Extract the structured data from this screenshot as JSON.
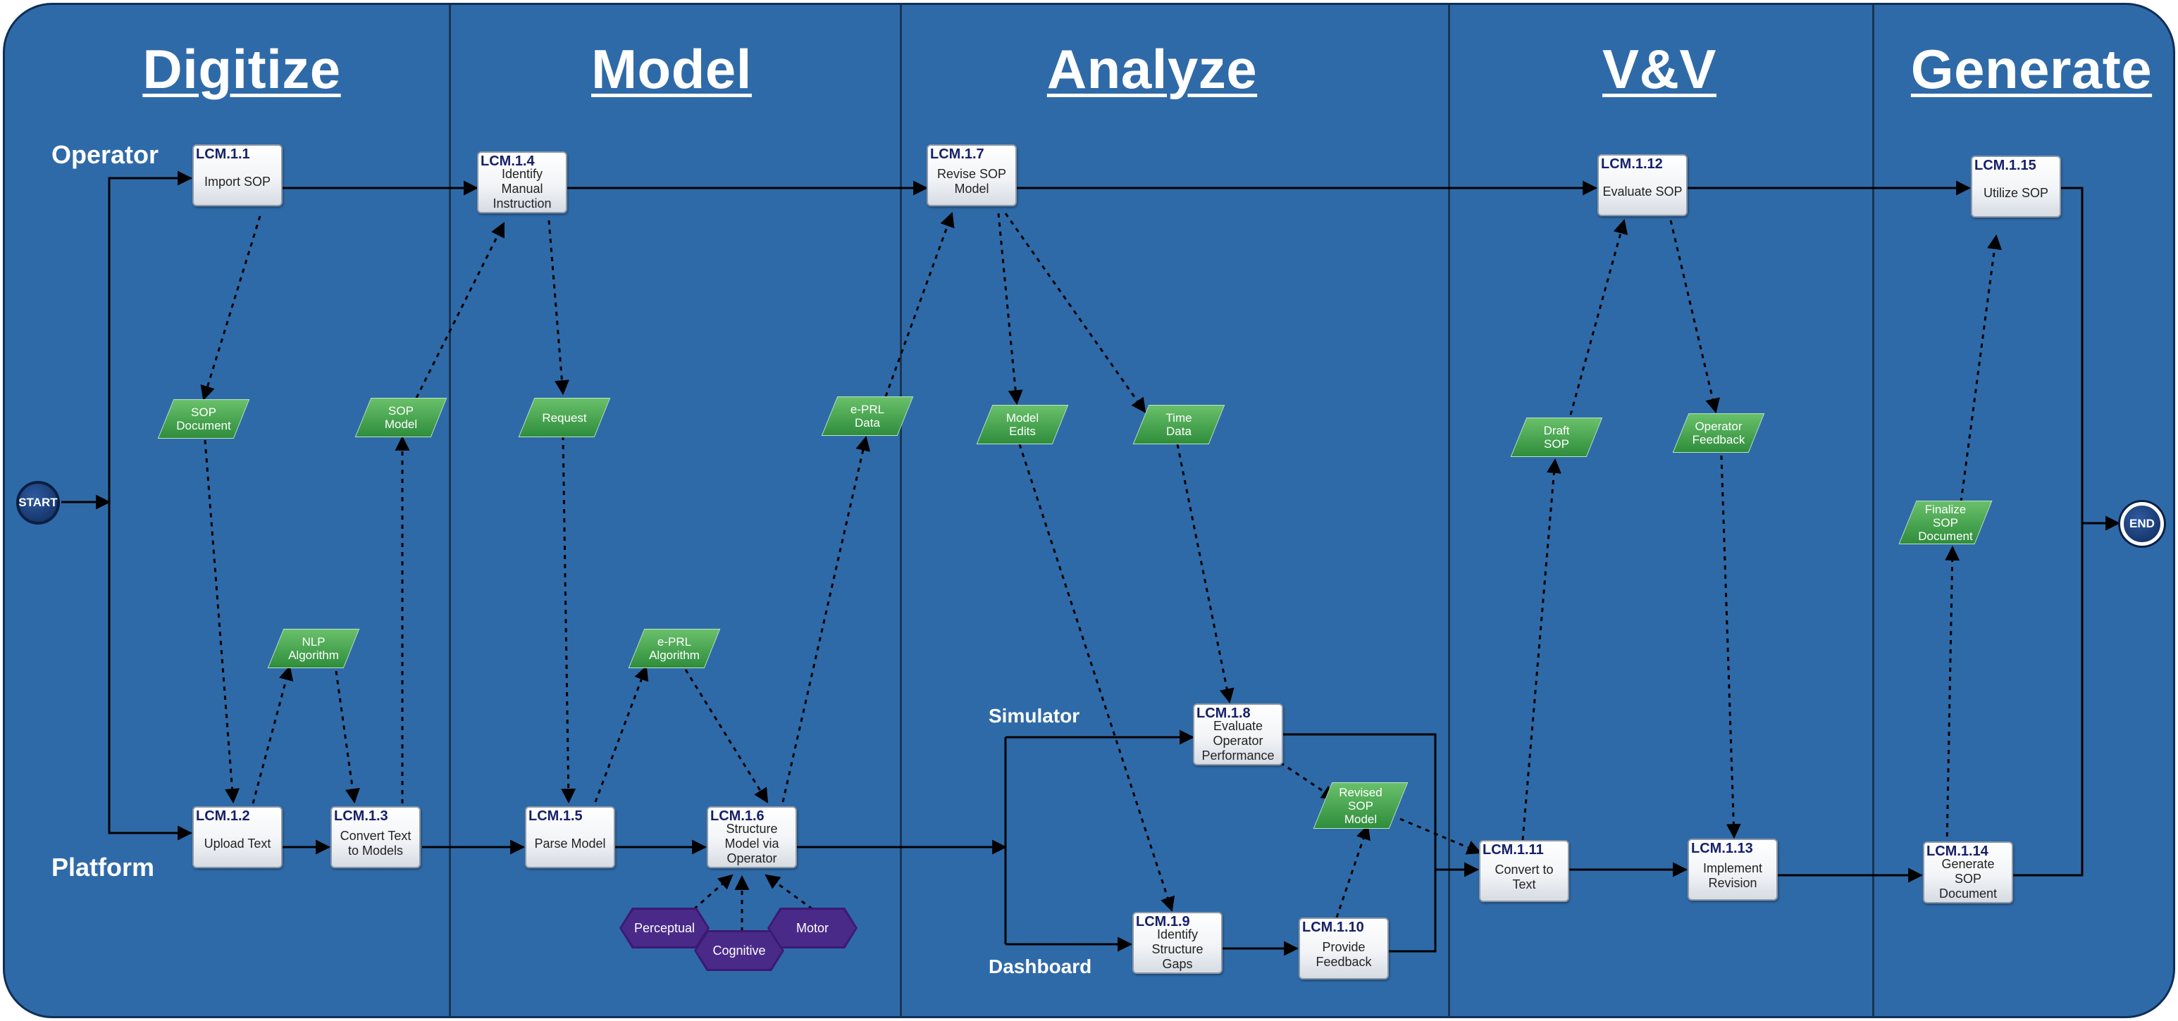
{
  "phases": [
    "Digitize",
    "Model",
    "Analyze",
    "V&V",
    "Generate"
  ],
  "lanes": {
    "operator": "Operator",
    "platform": "Platform",
    "simulator": "Simulator",
    "dashboard": "Dashboard"
  },
  "events": {
    "start": "START",
    "end": "END"
  },
  "tasks": [
    {
      "id": "LCM.1.1",
      "name": "Import SOP"
    },
    {
      "id": "LCM.1.2",
      "name": "Upload Text"
    },
    {
      "id": "LCM.1.3",
      "name": "Convert Text\nto Models"
    },
    {
      "id": "LCM.1.4",
      "name": "Identify\nManual\nInstruction"
    },
    {
      "id": "LCM.1.5",
      "name": "Parse Model"
    },
    {
      "id": "LCM.1.6",
      "name": "Structure\nModel via\nOperator"
    },
    {
      "id": "LCM.1.7",
      "name": "Revise SOP\nModel"
    },
    {
      "id": "LCM.1.8",
      "name": "Evaluate\nOperator\nPerformance"
    },
    {
      "id": "LCM.1.9",
      "name": "Identify\nStructure\nGaps"
    },
    {
      "id": "LCM.1.10",
      "name": "Provide\nFeedback"
    },
    {
      "id": "LCM.1.11",
      "name": "Convert to\nText"
    },
    {
      "id": "LCM.1.12",
      "name": "Evaluate SOP"
    },
    {
      "id": "LCM.1.13",
      "name": "Implement\nRevision"
    },
    {
      "id": "LCM.1.14",
      "name": "Generate SOP\nDocument"
    },
    {
      "id": "LCM.1.15",
      "name": "Utilize SOP"
    }
  ],
  "data_objects": [
    "SOP\nDocument",
    "SOP\nModel",
    "NLP\nAlgorithm",
    "Request",
    "e-PRL\nAlgorithm",
    "e-PRL\nData",
    "Model\nEdits",
    "Time\nData",
    "Revised\nSOP\nModel",
    "Draft\nSOP",
    "Operator\nFeedback",
    "Finalize\nSOP\nDocument"
  ],
  "factors": [
    "Perceptual",
    "Cognitive",
    "Motor"
  ],
  "colors": {
    "background": "#2f6aa8",
    "data_object": "#4caf50",
    "factor": "#3b1a74",
    "task": "#f2f4f7"
  }
}
